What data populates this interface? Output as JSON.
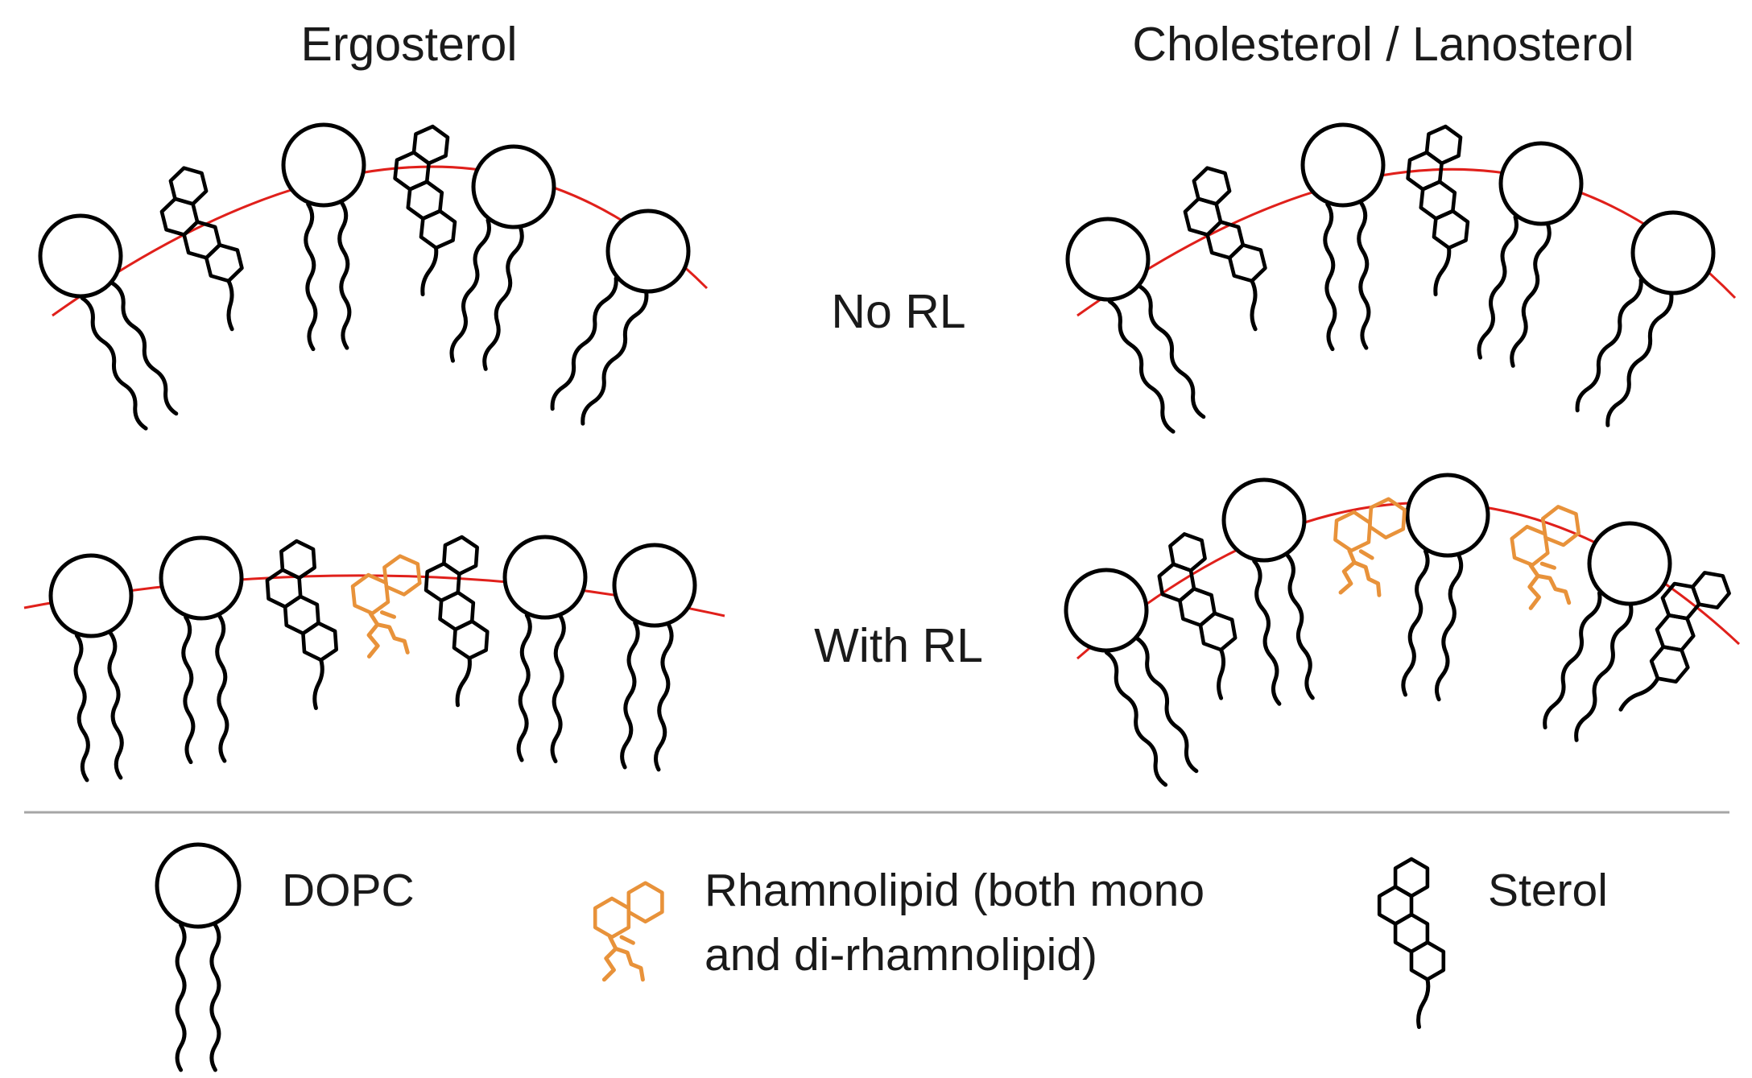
{
  "columns": {
    "left": "Ergosterol",
    "right": "Cholesterol / Lanosterol"
  },
  "rows": {
    "top": "No RL",
    "bottom": "With RL"
  },
  "legend": {
    "dopc": "DOPC",
    "rhamnolipid_line1": "Rhamnolipid (both mono",
    "rhamnolipid_line2": "and di-rhamnolipid)",
    "sterol": "Sterol"
  },
  "colors": {
    "membrane": "#e0201b",
    "rhamnolipid": "#e8923a",
    "lipid": "#000000",
    "divider": "#a6a6a6",
    "text": "#1a1a1a"
  }
}
